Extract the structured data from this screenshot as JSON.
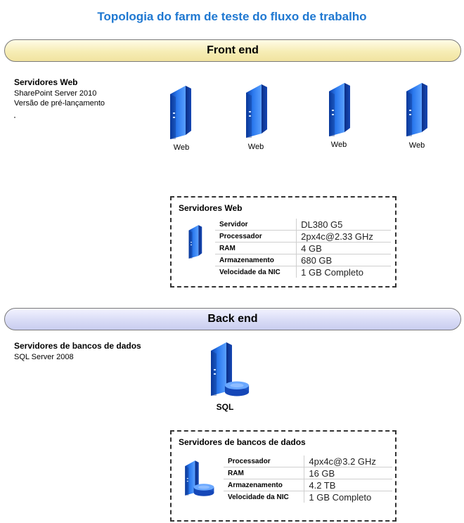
{
  "title": "Topologia do farm de teste do fluxo de trabalho",
  "front_end": {
    "band_label": "Front end",
    "section_heading": "Servidores Web",
    "section_lines": [
      "SharePoint Server 2010",
      "Versão de pré-lançamento"
    ],
    "servers": [
      {
        "label": "Web"
      },
      {
        "label": "Web"
      },
      {
        "label": "Web"
      },
      {
        "label": "Web"
      }
    ],
    "spec_box": {
      "title": "Servidores Web",
      "rows": [
        {
          "key": "Servidor",
          "value": "DL380 G5"
        },
        {
          "key": "Processador",
          "value": "2px4c@2.33 GHz"
        },
        {
          "key": "RAM",
          "value": "4 GB"
        },
        {
          "key": "Armazenamento",
          "value": "680 GB"
        },
        {
          "key": "Velocidade da NIC",
          "value": "1 GB Completo"
        }
      ]
    }
  },
  "back_end": {
    "band_label": "Back end",
    "section_heading": "Servidores de bancos de dados",
    "section_lines": [
      "SQL Server 2008"
    ],
    "server_label": "SQL",
    "spec_box": {
      "title": "Servidores de bancos de dados",
      "rows": [
        {
          "key": "Processador",
          "value": "4px4c@3.2 GHz"
        },
        {
          "key": "RAM",
          "value": "16 GB"
        },
        {
          "key": "Armazenamento",
          "value": "4.2 TB"
        },
        {
          "key": "Velocidade da NIC",
          "value": "1 GB Completo"
        }
      ]
    }
  },
  "colors": {
    "title": "#1f78d1",
    "server_blue": "#1c5fd6",
    "front_band": "#f3e6a8",
    "back_band": "#d0d4f2"
  }
}
